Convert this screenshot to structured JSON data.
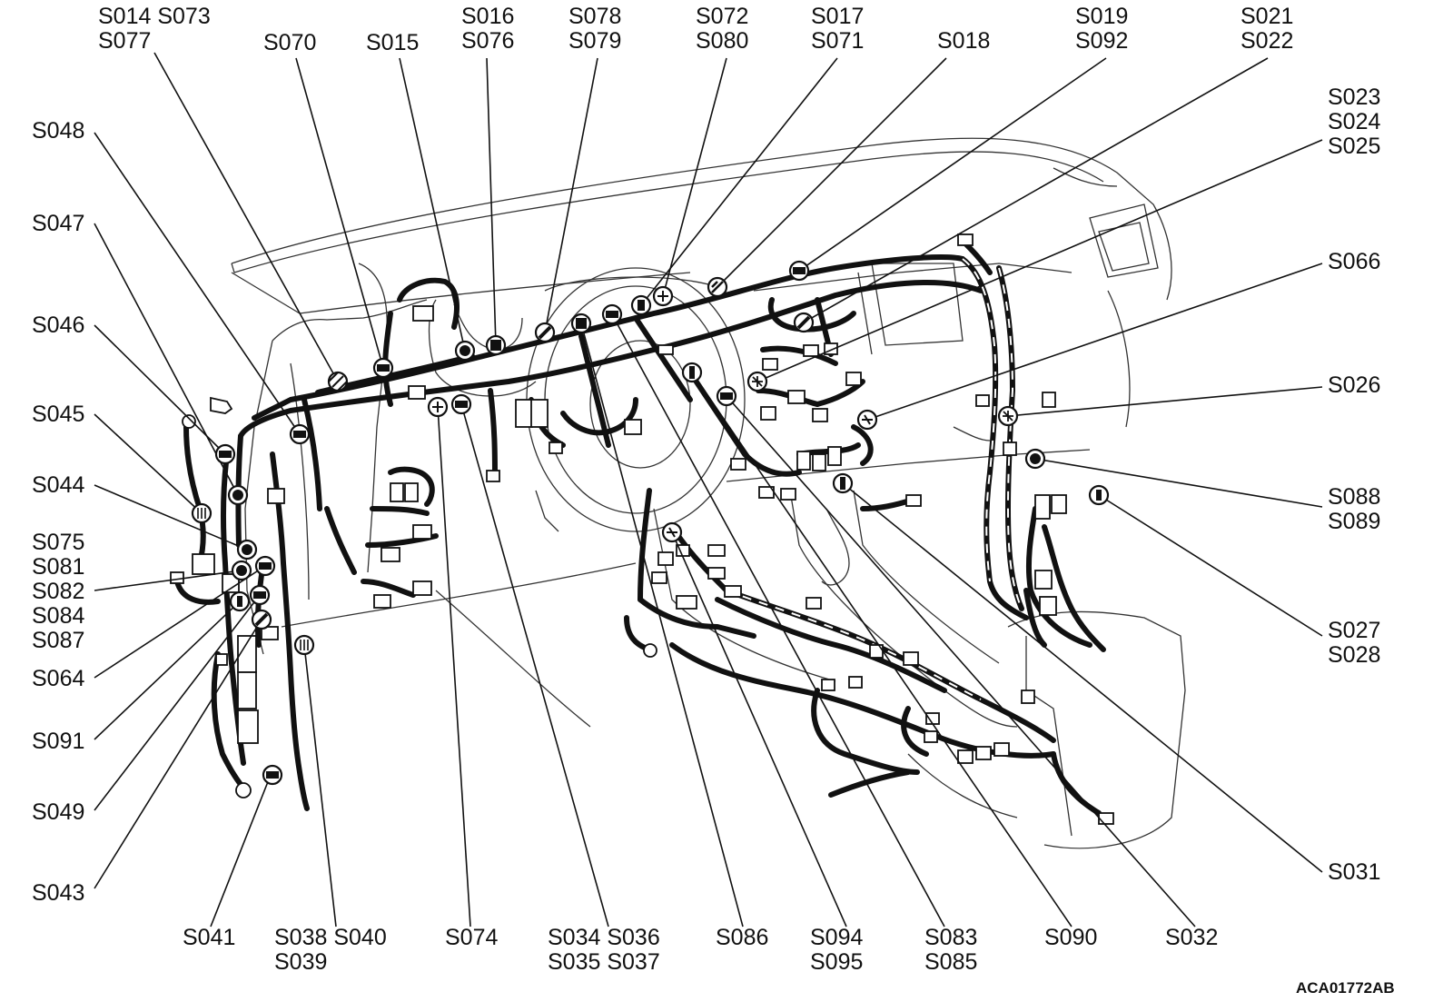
{
  "drawing_code": "ACA01772AB",
  "labels": {
    "s014_s073": "S014 S073",
    "s077": "S077",
    "s070": "S070",
    "s015": "S015",
    "s016": "S016",
    "s076": "S076",
    "s078": "S078",
    "s079": "S079",
    "s072": "S072",
    "s080": "S080",
    "s017": "S017",
    "s071": "S071",
    "s018": "S018",
    "s019": "S019",
    "s092": "S092",
    "s021": "S021",
    "s022": "S022",
    "s023": "S023",
    "s024": "S024",
    "s025": "S025",
    "s066": "S066",
    "s026": "S026",
    "s088": "S088",
    "s089": "S089",
    "s027": "S027",
    "s028": "S028",
    "s031": "S031",
    "s048": "S048",
    "s047": "S047",
    "s046": "S046",
    "s045": "S045",
    "s044": "S044",
    "s075": "S075",
    "s081": "S081",
    "s082": "S082",
    "s084": "S084",
    "s087": "S087",
    "s064": "S064",
    "s091": "S091",
    "s049": "S049",
    "s043": "S043",
    "s041": "S041",
    "s038_s040": "S038 S040",
    "s039": "S039",
    "s074": "S074",
    "s034_s036": "S034 S036",
    "s035_s037": "S035 S037",
    "s086": "S086",
    "s094": "S094",
    "s095": "S095",
    "s083": "S083",
    "s085": "S085",
    "s090": "S090",
    "s032": "S032"
  }
}
